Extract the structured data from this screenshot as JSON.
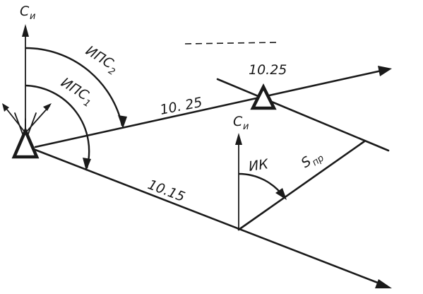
{
  "labels": {
    "north_main": "С",
    "north_main_sub": "и",
    "ips2_main": "ИПС",
    "ips2_sub": "2",
    "ips1_main": "ИПС",
    "ips1_sub": "1",
    "time_left_upper": "10. 25",
    "time_right_upper": "10.25",
    "north_mid": "С",
    "north_mid_sub": "и",
    "ik": "ИК",
    "time_lower": "10.15",
    "s_main": "S",
    "s_sub": "пр"
  },
  "colors": {
    "ink": "#1a1a1a",
    "background": "#ffffff"
  }
}
